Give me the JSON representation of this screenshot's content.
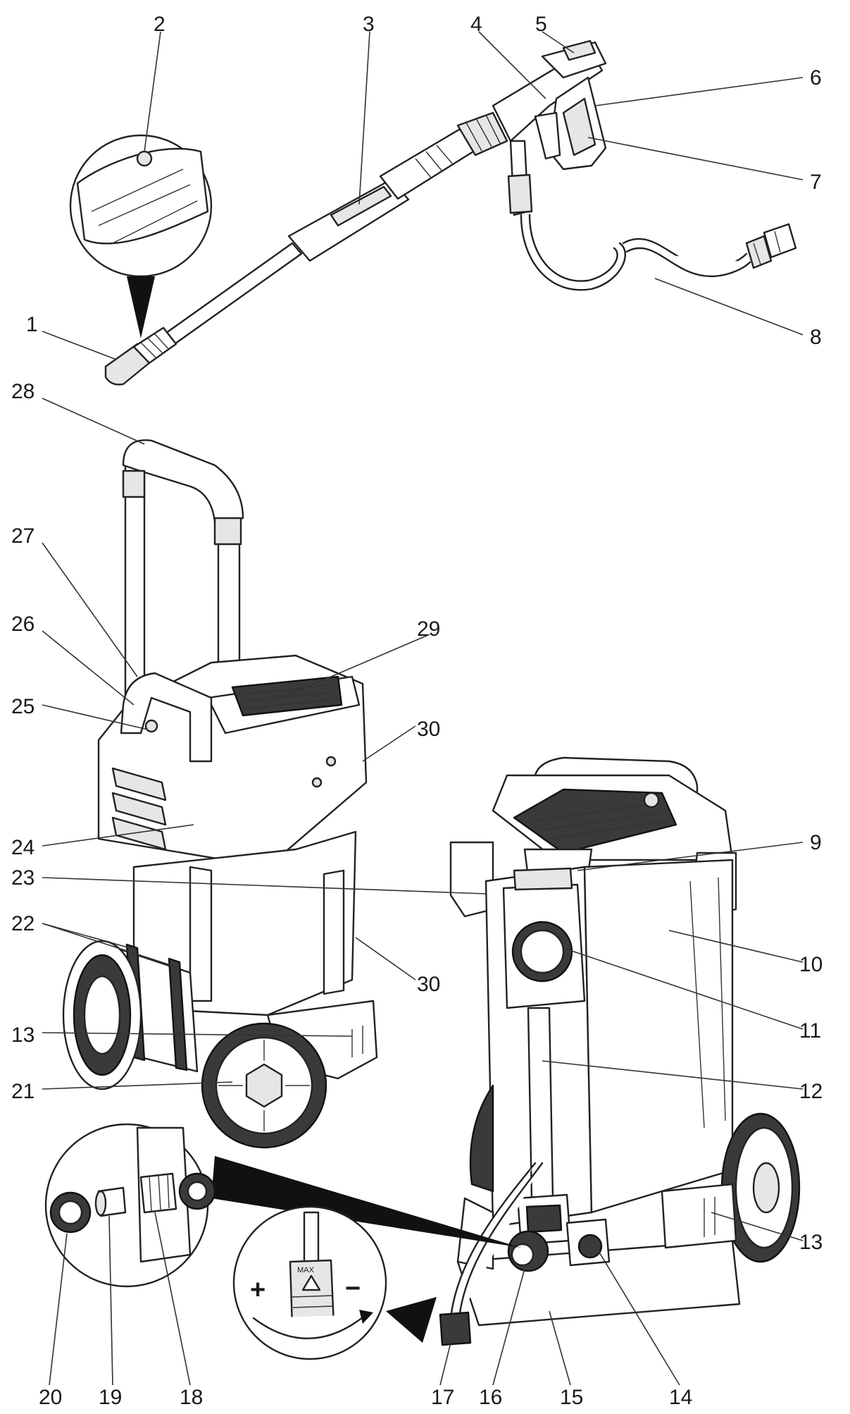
{
  "labels": {
    "n1": "1",
    "n2": "2",
    "n3": "3",
    "n4": "4",
    "n5": "5",
    "n6": "6",
    "n7": "7",
    "n8": "8",
    "n9": "9",
    "n10": "10",
    "n11": "11",
    "n12": "12",
    "n13a": "13",
    "n13b": "13",
    "n14": "14",
    "n15": "15",
    "n16": "16",
    "n17": "17",
    "n18": "18",
    "n19": "19",
    "n20": "20",
    "n21": "21",
    "n22": "22",
    "n23": "23",
    "n24": "24",
    "n25": "25",
    "n26": "26",
    "n27": "27",
    "n28": "28",
    "n29": "29",
    "n30a": "30",
    "n30b": "30"
  },
  "inset": {
    "plus": "+",
    "minus": "−",
    "max": "MAX"
  }
}
